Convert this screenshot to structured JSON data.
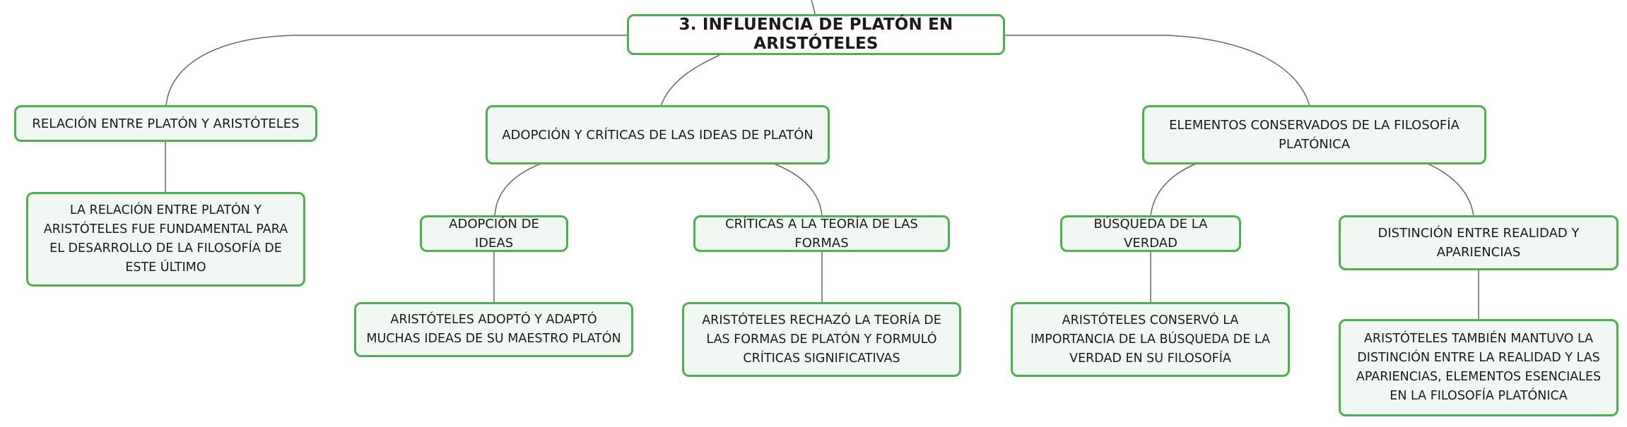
{
  "map": {
    "root": "3. INFLUENCIA DE PLATÓN EN ARISTÓTELES",
    "branches": [
      {
        "label": "RELACIÓN ENTRE PLATÓN Y ARISTÓTELES",
        "detail": "LA RELACIÓN ENTRE PLATÓN Y ARISTÓTELES FUE FUNDAMENTAL PARA EL DESARROLLO DE LA FILOSOFÍA DE ESTE ÚLTIMO"
      },
      {
        "label": "ADOPCIÓN Y CRÍTICAS DE LAS IDEAS DE PLATÓN",
        "children": [
          {
            "label": "ADOPCIÓN DE IDEAS",
            "detail": "ARISTÓTELES ADOPTÓ Y ADAPTÓ MUCHAS IDEAS DE SU MAESTRO PLATÓN"
          },
          {
            "label": "CRÍTICAS A LA TEORÍA DE LAS FORMAS",
            "detail": "ARISTÓTELES RECHAZÓ LA TEORÍA DE LAS FORMAS DE PLATÓN Y FORMULÓ CRÍTICAS SIGNIFICATIVAS"
          }
        ]
      },
      {
        "label": "ELEMENTOS CONSERVADOS DE LA FILOSOFÍA PLATÓNICA",
        "children": [
          {
            "label": "BÚSQUEDA DE LA VERDAD",
            "detail": "ARISTÓTELES CONSERVÓ LA IMPORTANCIA DE LA BÚSQUEDA DE LA VERDAD EN SU FILOSOFÍA"
          },
          {
            "label": "DISTINCIÓN ENTRE REALIDAD Y APARIENCIAS",
            "detail": "ARISTÓTELES TAMBIÉN MANTUVO LA DISTINCIÓN ENTRE LA REALIDAD Y LAS APARIENCIAS, ELEMENTOS ESENCIALES EN LA FILOSOFÍA PLATÓNICA"
          }
        ]
      }
    ]
  },
  "colors": {
    "border": "#4caf50",
    "fill": "#f1f8f3",
    "line": "#666666",
    "text": "#1a1a1a"
  }
}
